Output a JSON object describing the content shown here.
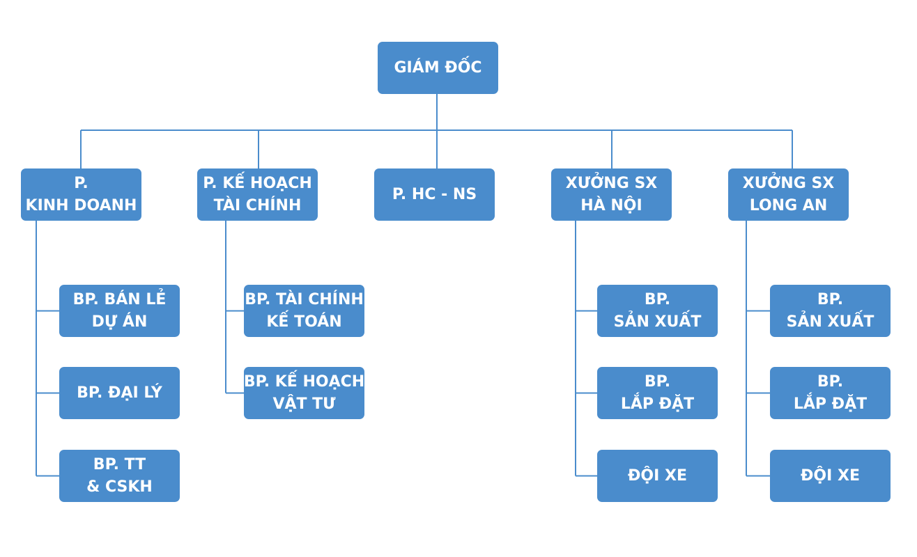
{
  "colors": {
    "box_fill": "#4a8ccc",
    "box_text": "#ffffff",
    "connector": "#4a8ccc",
    "background": "#ffffff"
  },
  "chart": {
    "director": {
      "lines": [
        "GIÁM ĐỐC"
      ]
    },
    "departments": [
      {
        "id": "kinh-doanh",
        "lines": [
          "P.",
          "KINH DOANH"
        ],
        "children": [
          {
            "lines": [
              "BP. BÁN LẺ",
              "DỰ ÁN"
            ]
          },
          {
            "lines": [
              "BP. ĐẠI LÝ"
            ]
          },
          {
            "lines": [
              "BP. TT",
              "& CSKH"
            ]
          }
        ]
      },
      {
        "id": "ke-hoach-tai-chinh",
        "lines": [
          "P. KẾ HOẠCH",
          "TÀI CHÍNH"
        ],
        "children": [
          {
            "lines": [
              "BP. TÀI CHÍNH",
              "KẾ TOÁN"
            ]
          },
          {
            "lines": [
              "BP. KẾ HOẠCH",
              "VẬT TƯ"
            ]
          }
        ]
      },
      {
        "id": "hc-ns",
        "lines": [
          "P. HC - NS"
        ],
        "children": []
      },
      {
        "id": "xuong-ha-noi",
        "lines": [
          "XƯỞNG SX",
          "HÀ NỘI"
        ],
        "children": [
          {
            "lines": [
              "BP.",
              "SẢN XUẤT"
            ]
          },
          {
            "lines": [
              "BP.",
              "LẮP ĐẶT"
            ]
          },
          {
            "lines": [
              "ĐỘI XE"
            ]
          }
        ]
      },
      {
        "id": "xuong-long-an",
        "lines": [
          "XƯỞNG SX",
          "LONG AN"
        ],
        "children": [
          {
            "lines": [
              "BP.",
              "SẢN XUẤT"
            ]
          },
          {
            "lines": [
              "BP.",
              "LẮP ĐẶT"
            ]
          },
          {
            "lines": [
              "ĐỘI XE"
            ]
          }
        ]
      }
    ]
  }
}
